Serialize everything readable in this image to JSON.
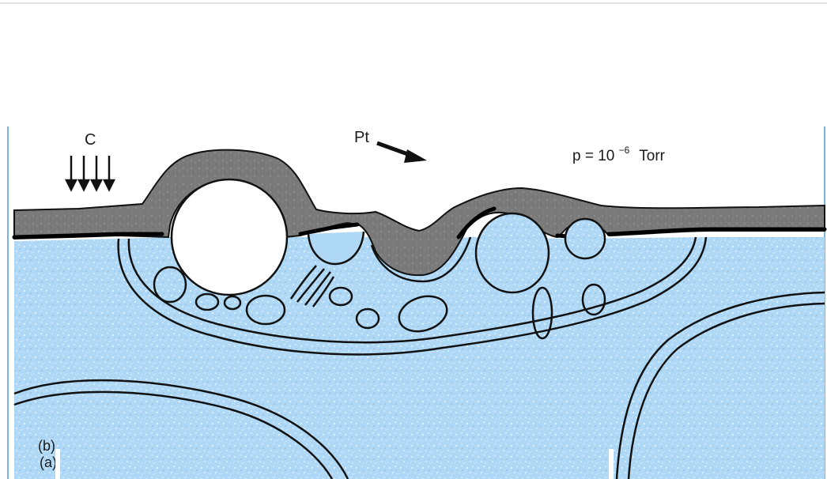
{
  "labels": {
    "carbon": "C",
    "platinum": "Pt",
    "pressure_prefix": "p = 10",
    "pressure_exponent": "−6",
    "pressure_unit": "Torr",
    "panel_b": "(b)",
    "panel_a": "(a)"
  },
  "colors": {
    "cytoplasm": "#aed8f5",
    "replica": "#7a7a7a",
    "outline": "#111111",
    "vesicle": "#ffffff"
  }
}
